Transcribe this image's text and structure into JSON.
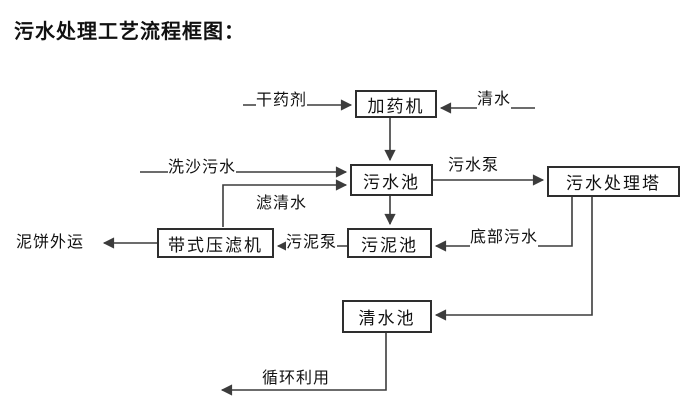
{
  "title": "污水处理工艺流程框图：",
  "nodes": {
    "dosing_machine": "加药机",
    "sewage_pool": "污水池",
    "treatment_tower": "污水处理塔",
    "belt_filter_press": "带式压滤机",
    "sludge_pool": "污泥池",
    "clean_water_pool": "清水池"
  },
  "flow_labels": {
    "dry_agent": "干药剂",
    "clean_water": "清水",
    "sand_washing_sewage": "洗沙污水",
    "filtered_water": "滤清水",
    "sewage_pump": "污水泵",
    "bottom_sewage": "底部污水",
    "sludge_pump": "污泥泵",
    "mud_cake_out": "泥饼外运",
    "recycling": "循环利用"
  },
  "edges": [
    {
      "from": "dry_agent",
      "to": "dosing_machine",
      "label": "干药剂"
    },
    {
      "from": "clean_water",
      "to": "dosing_machine",
      "label": "清水"
    },
    {
      "from": "dosing_machine",
      "to": "sewage_pool",
      "label": ""
    },
    {
      "from": "sand_washing_sewage",
      "to": "sewage_pool",
      "label": "洗沙污水"
    },
    {
      "from": "belt_filter_press",
      "to": "sewage_pool",
      "label": "滤清水"
    },
    {
      "from": "sewage_pool",
      "to": "treatment_tower",
      "label": "污水泵"
    },
    {
      "from": "sewage_pool",
      "to": "sludge_pool",
      "label": ""
    },
    {
      "from": "treatment_tower",
      "to": "sludge_pool",
      "label": "底部污水"
    },
    {
      "from": "sludge_pool",
      "to": "belt_filter_press",
      "label": "污泥泵"
    },
    {
      "from": "belt_filter_press",
      "to": "mud_cake_out",
      "label": "泥饼外运"
    },
    {
      "from": "treatment_tower",
      "to": "clean_water_pool",
      "label": ""
    },
    {
      "from": "clean_water_pool",
      "to": "recycling",
      "label": "循环利用"
    }
  ],
  "colors": {
    "line": "#3c3c3c",
    "border": "#2e2e2e",
    "text": "#111111",
    "background": "#ffffff"
  }
}
